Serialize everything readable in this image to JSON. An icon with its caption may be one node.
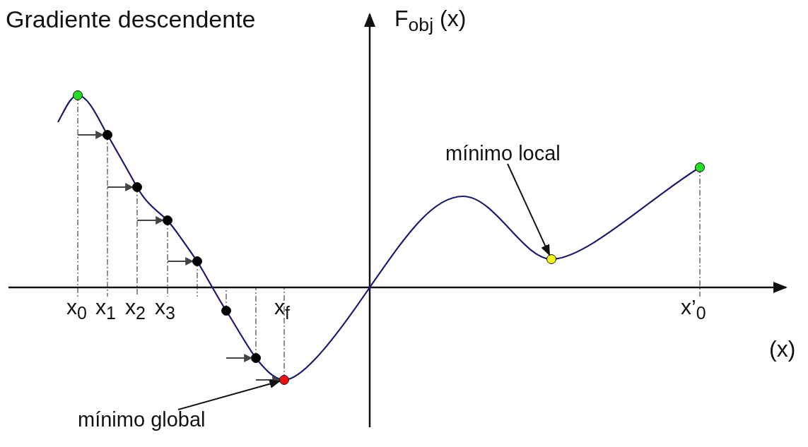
{
  "diagram": {
    "title": "Gradiente descendente",
    "nodes": [
      {
        "text": [
          "mínimo local"
        ]
      },
      {
        "text": [],
        "shape": "circle"
      },
      {
        "text": [
          "mínimo global"
        ]
      },
      {
        "text": [],
        "shape": "circle"
      }
    ],
    "edges": [
      {
        "from": 0,
        "to": 1,
        "arrow": "to"
      },
      {
        "from": 2,
        "to": 3,
        "arrow": "to"
      }
    ],
    "labels": [
      "F$_{obj}$ (x)",
      "(x)",
      "x$_{0}$",
      "x$_{1}$",
      "x$_{2}$",
      "x$_{3}$",
      "x$_{f}$",
      "x’$_{0}$"
    ]
  }
}
